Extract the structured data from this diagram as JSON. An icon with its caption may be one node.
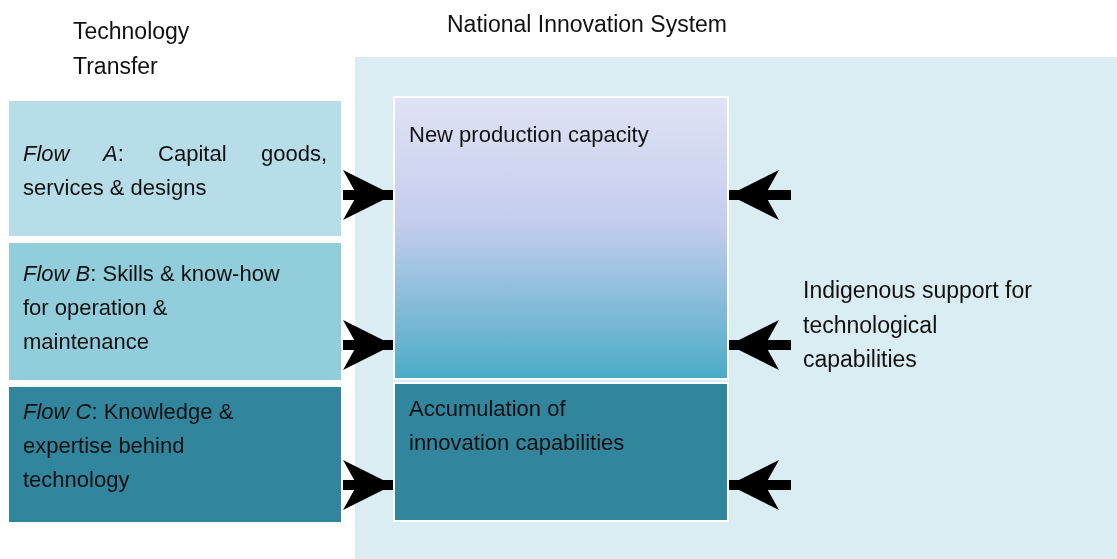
{
  "diagram": {
    "nodes": [
      {
        "text": [
          "National Innovation System"
        ]
      },
      {
        "text": [
          "*Flow A*: Capital goods, services & designs"
        ]
      },
      {
        "text": [
          "*Flow B*: Skills & know-how for operation & maintenance"
        ]
      },
      {
        "text": [
          "*Flow C*: Knowledge & expertise behind technology"
        ]
      },
      {
        "text": [
          "New production capacity"
        ],
        "in": 0
      },
      {
        "text": [
          "Accumulation of innovation capabilities"
        ],
        "in": 0
      }
    ],
    "edges": [
      {
        "from": 1,
        "to": 4,
        "arrow": "to"
      },
      {
        "from": 2,
        "to": 4,
        "arrow": "to"
      },
      {
        "from": 3,
        "to": 5,
        "arrow": "to"
      },
      {
        "from": null,
        "to": 4,
        "arrow": "to"
      },
      {
        "from": null,
        "to": 4,
        "arrow": "to"
      },
      {
        "from": null,
        "to": 5,
        "arrow": "to"
      }
    ],
    "labels": [
      "Technology Transfer",
      "Indigenous support for technological capabilities"
    ]
  }
}
